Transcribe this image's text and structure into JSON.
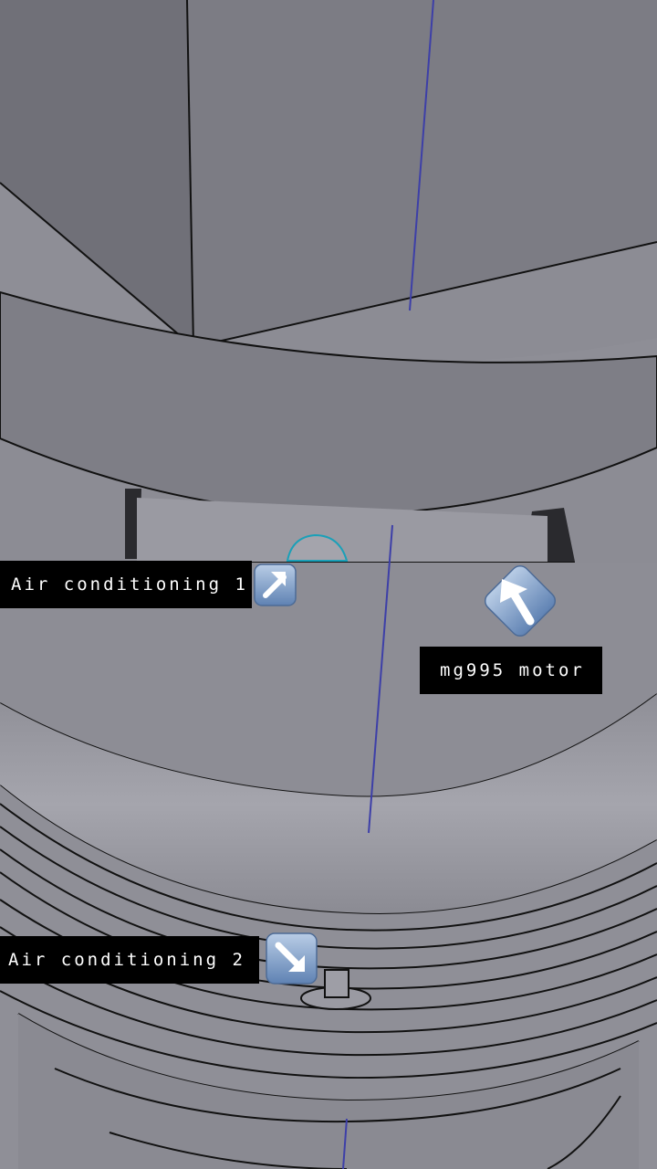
{
  "annotations": [
    {
      "label": "Air conditioning 1",
      "arrow_icon": "arrow-up-right-icon"
    },
    {
      "label": "mg995 motor",
      "arrow_icon": "arrow-up-left-icon"
    },
    {
      "label": "Air conditioning 2",
      "arrow_icon": "arrow-down-right-icon"
    }
  ],
  "colors": {
    "model_gray": "#8a8a92",
    "edge_line": "#111111",
    "axis_line": "#3d3fa8",
    "highlight_circle": "#1aa0b8",
    "arrow_button": "#7d9cc4",
    "label_bg": "#000000",
    "label_text": "#ffffff"
  }
}
